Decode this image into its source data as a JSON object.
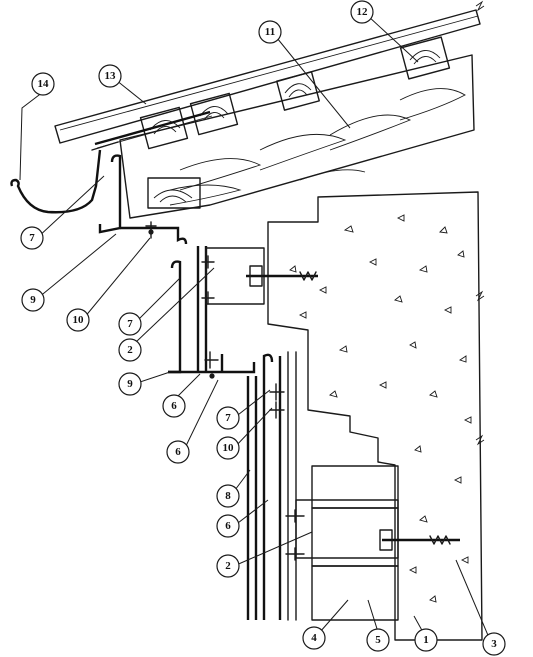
{
  "callouts": [
    {
      "id": "c14",
      "label": "14"
    },
    {
      "id": "c13",
      "label": "13"
    },
    {
      "id": "c12",
      "label": "12"
    },
    {
      "id": "c11",
      "label": "11"
    },
    {
      "id": "c7a",
      "label": "7"
    },
    {
      "id": "c9a",
      "label": "9"
    },
    {
      "id": "c10a",
      "label": "10"
    },
    {
      "id": "c7b",
      "label": "7"
    },
    {
      "id": "c2a",
      "label": "2"
    },
    {
      "id": "c9b",
      "label": "9"
    },
    {
      "id": "c6a",
      "label": "6"
    },
    {
      "id": "c6b",
      "label": "6"
    },
    {
      "id": "c7c",
      "label": "7"
    },
    {
      "id": "c10b",
      "label": "10"
    },
    {
      "id": "c8",
      "label": "8"
    },
    {
      "id": "c6c",
      "label": "6"
    },
    {
      "id": "c2b",
      "label": "2"
    },
    {
      "id": "c4",
      "label": "4"
    },
    {
      "id": "c5",
      "label": "5"
    },
    {
      "id": "c1",
      "label": "1"
    },
    {
      "id": "c3",
      "label": "3"
    }
  ]
}
